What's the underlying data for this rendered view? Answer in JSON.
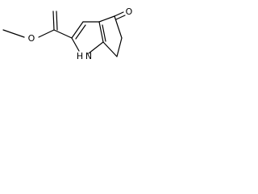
{
  "molecule": {
    "atoms": {
      "carbonyl_oxygen": "O",
      "ester_oxygen": "O",
      "pyrrole_nitrogen": "N",
      "nitrogen_hydrogen": "H"
    },
    "colors": {
      "bond": "#000000",
      "label": "#000000",
      "background": "#ffffff"
    }
  }
}
